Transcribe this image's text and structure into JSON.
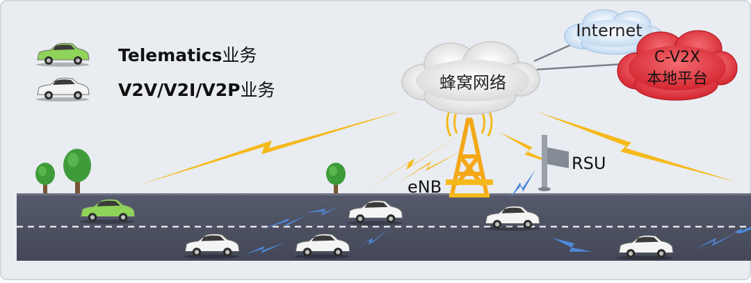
{
  "legend": {
    "telematics": {
      "bold": "Telematics",
      "suffix": "业务",
      "car_color": "#8fd35a"
    },
    "v2x": {
      "bold": "V2V/V2I/V2P",
      "suffix": "业务",
      "car_color": "#f4f4f4"
    }
  },
  "nodes": {
    "cellular_network": "蜂窝网络",
    "internet": "Internet",
    "cv2x_platform_line1": "C-V2X",
    "cv2x_platform_line2": "本地平台",
    "enb": "eNB",
    "rsu": "RSU"
  },
  "colors": {
    "background": "#e9ecf1",
    "road": "#4b4f60",
    "lane_marking": "#e6e6e6",
    "cellular_link": "#f6b91c",
    "sidelink": "#4f88d8",
    "platform_cloud": "#e0343d",
    "internet_cloud": "#dbe9f7",
    "cellular_cloud": "#f1f1f1",
    "tree": "#3e9b3a"
  },
  "icons": [
    "green-car-icon",
    "white-car-icon",
    "tree-icon",
    "cell-tower-icon",
    "rsu-flag-icon",
    "cloud-icon",
    "lightning-bolt-icon"
  ]
}
